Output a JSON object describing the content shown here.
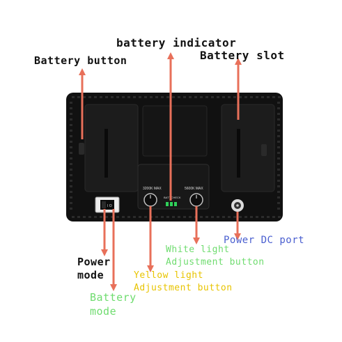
{
  "colors": {
    "arrow": "#e8705a",
    "panel": "#111111",
    "label_dark": "#111111",
    "label_green": "#6fdc6f",
    "label_yellow": "#e8c400",
    "label_blue": "#4a5fd0",
    "led": "#2fd15a"
  },
  "labels": {
    "battery_indicator": "battery indicator",
    "battery_slot": "Battery slot",
    "battery_button": "Battery button",
    "power_dc_port": "Power DC port",
    "power_mode_1": "Power",
    "power_mode_2": "mode",
    "white_light_1": "White light",
    "white_light_2": "Adjustment button",
    "yellow_light_1": "Yellow light",
    "yellow_light_2": "Adjustment button",
    "battery_mode_1": "Battery",
    "battery_mode_2": "mode"
  },
  "device": {
    "knob_left_label": "3200K  MAX",
    "knob_right_label": "5600K  MAX",
    "batt_check": "BATT.CHECK"
  }
}
